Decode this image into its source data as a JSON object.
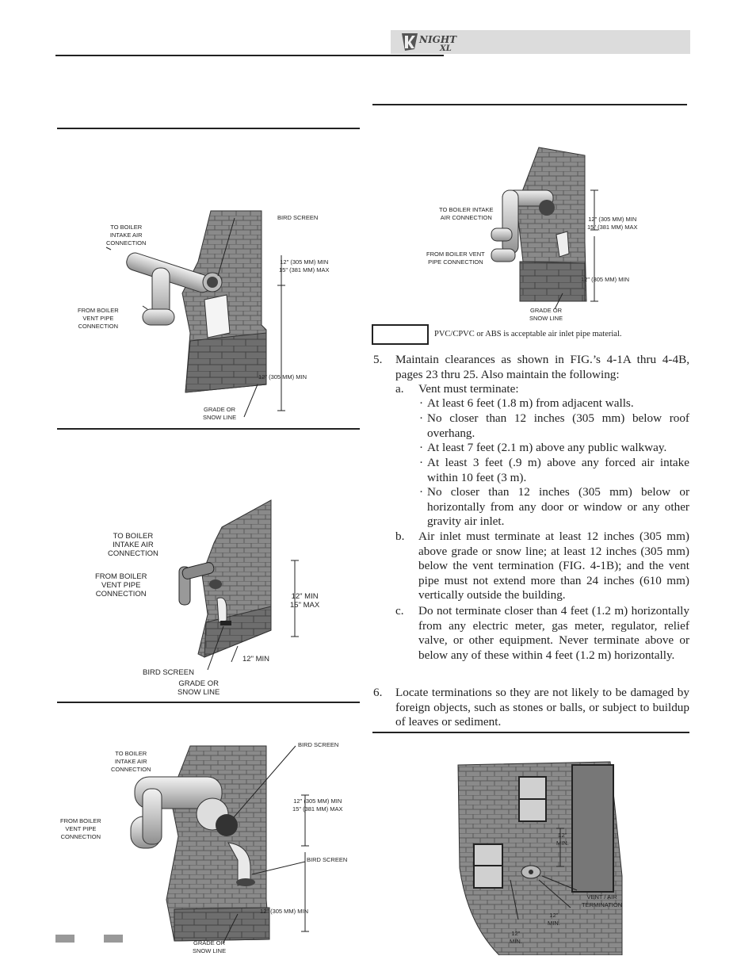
{
  "header": {
    "logo_text": "KNIGHT",
    "logo_sub": "XL"
  },
  "figure_a": {
    "labels": {
      "intake": "TO BOILER\nINTAKE AIR\nCONNECTION",
      "vent": "FROM BOILER\nVENT PIPE\nCONNECTION",
      "bird_screen": "BIRD SCREEN",
      "clearance_top": "12\" (305 MM) MIN\n15\" (381 MM) MAX",
      "clearance_bottom": "12\" (305 MM) MIN",
      "grade": "GRADE OR\nSNOW LINE"
    }
  },
  "figure_b": {
    "labels": {
      "intake": "TO BOILER\nINTAKE AIR\nCONNECTION",
      "vent": "FROM BOILER\nVENT PIPE\nCONNECTION",
      "clearance_top": "12\" MIN\n15\" MAX",
      "clearance_bottom": "12\" MIN",
      "bird_screen": "BIRD SCREEN",
      "grade": "GRADE OR\nSNOW LINE"
    }
  },
  "figure_c": {
    "labels": {
      "intake": "TO BOILER\nINTAKE AIR\nCONNECTION",
      "vent": "FROM BOILER\nVENT PIPE\nCONNECTION",
      "bird_screen_top": "BIRD SCREEN",
      "clearance_top": "12\" (305 MM) MIN\n15\" (381 MM) MAX",
      "bird_screen_bottom": "BIRD SCREEN",
      "clearance_bottom": "12\" (305 MM) MIN",
      "grade": "GRADE OR\nSNOW LINE"
    }
  },
  "figure_d": {
    "labels": {
      "intake": "TO BOILER INTAKE\nAIR CONNECTION",
      "vent": "FROM BOILER VENT\nPIPE CONNECTION",
      "clearance_top": "12\" (305 MM) MIN\n15\" (381 MM) MAX",
      "clearance_bottom": "12\" (305 MM) MIN",
      "grade": "GRADE OR\nSNOW LINE"
    }
  },
  "figure_e": {
    "labels": {
      "min_window": "12\"\nMIN.",
      "vent_air": "VENT / AIR\nTERMINATION",
      "min_side": "12\"\nMIN.",
      "min_bottom": "12\"\nMIN."
    }
  },
  "note": {
    "text": "PVC/CPVC or ABS is acceptable air inlet pipe material."
  },
  "items": {
    "i5_num": "5.",
    "i5_text": "Maintain clearances as shown in FIG.’s 4-1A thru 4-4B, pages 23 thru 25.  Also maintain the following:",
    "a_num": "a.",
    "a_text": "Vent must terminate:",
    "bullets": [
      "At least 6 feet (1.8 m) from adjacent walls.",
      "No closer than 12 inches (305 mm) below roof overhang.",
      "At least 7 feet (2.1 m) above any public walkway.",
      "At least 3 feet (.9 m) above any forced air intake within 10 feet (3 m).",
      "No closer than 12 inches (305 mm) below or horizontally from any door or window or any other gravity air inlet."
    ],
    "b_num": "b.",
    "b_text": "Air inlet must terminate at least 12 inches (305 mm) above grade or snow line; at least 12 inches (305 mm) below the vent termination (FIG. 4-1B); and the vent pipe must not extend more than 24 inches (610 mm) vertically outside the building.",
    "c_num": "c.",
    "c_text": "Do not terminate closer than 4 feet (1.2 m) horizontally from any electric meter, gas meter, regulator, relief valve, or other equipment.  Never terminate above or below any of these within 4 feet (1.2 m) horizontally.",
    "i6_num": "6.",
    "i6_text": "Locate terminations so they are not likely to be damaged by foreign objects, such as stones or balls, or subject to buildup of leaves or sediment."
  }
}
